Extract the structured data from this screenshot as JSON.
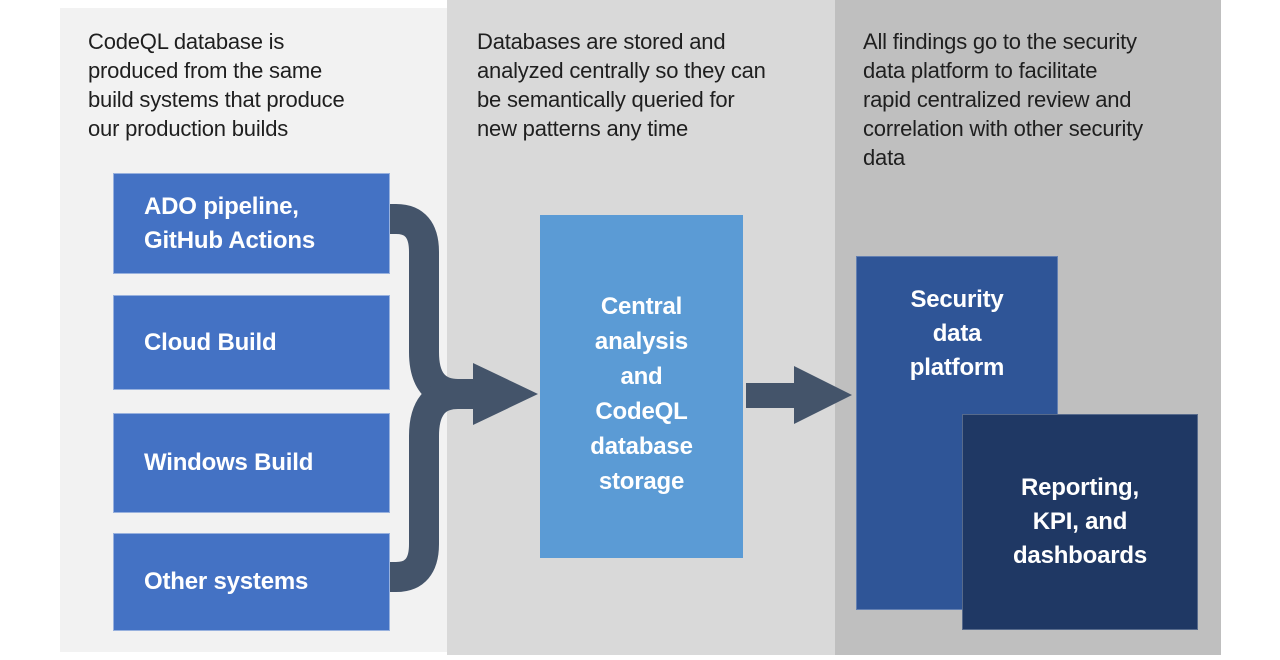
{
  "diagram_title": "CodeQL central analysis flow",
  "panels": {
    "build": {
      "caption": "CodeQL database is\nproduced from the same\nbuild systems that produce\nour production builds",
      "boxes": [
        {
          "label": "ADO pipeline,\nGitHub Actions"
        },
        {
          "label": "Cloud Build"
        },
        {
          "label": "Windows Build"
        },
        {
          "label": "Other systems"
        }
      ]
    },
    "central": {
      "caption": "Databases are stored and\nanalyzed centrally so they can\nbe semantically queried for\nnew patterns any time",
      "box": {
        "label": "Central\nanalysis\nand\nCodeQL\ndatabase\nstorage"
      }
    },
    "security": {
      "caption": "All findings go to the security\ndata platform to facilitate\nrapid centralized review and\ncorrelation with other security\ndata",
      "boxes": [
        {
          "label": "Security\ndata\nplatform"
        },
        {
          "label": "Reporting,\nKPI, and\ndashboards"
        }
      ]
    }
  },
  "icons": {
    "merge_flow_arrow": "right-merge-arrow-icon",
    "straight_flow_arrow": "right-arrow-icon"
  },
  "colors": {
    "panel_left": "#f2f2f2",
    "panel_middle": "#d9d9d9",
    "panel_right": "#bfbfbf",
    "box_blue": "#4472c4",
    "box_light_blue": "#5b9bd5",
    "box_dark_blue": "#2f5597",
    "box_navy": "#1f3864",
    "arrow": "#44546a",
    "caption_text": "#1f1f1f",
    "box_text": "#ffffff"
  }
}
